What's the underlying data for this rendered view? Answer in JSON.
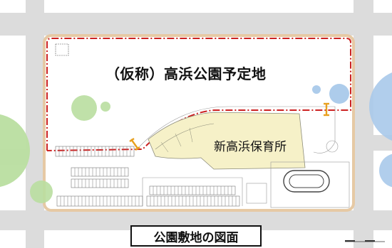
{
  "map": {
    "park_label": "（仮称）高浜公園予定地",
    "nursery_label": "新高浜保育所",
    "caption": "公園敷地の図面",
    "colors": {
      "road": "#dcdcdc",
      "site_outline": "#e6c9a4",
      "boundary_line": "#cc2222",
      "nursery_fill": "#f6f1c8",
      "circle_green": "#b9dea0",
      "circle_blue": "#a9c9ea",
      "marker": "#e8a020"
    }
  }
}
